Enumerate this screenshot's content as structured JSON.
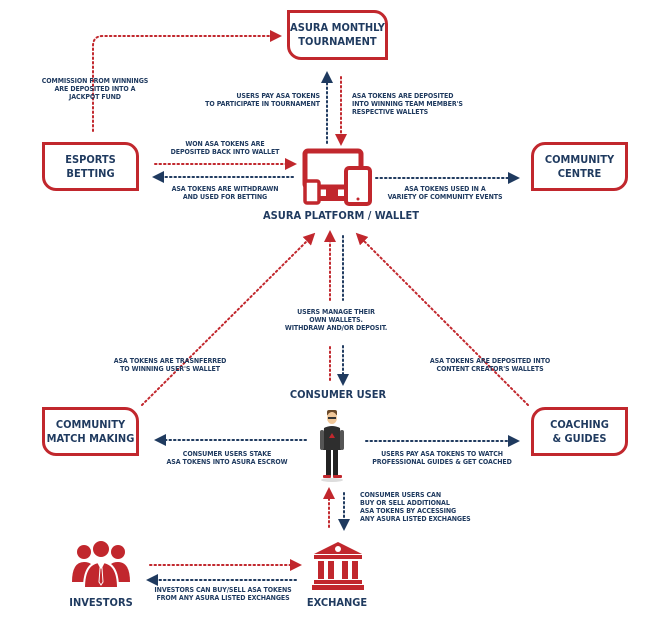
{
  "colors": {
    "red": "#c1272d",
    "navy": "#1f3a5f"
  },
  "nodes": {
    "tournament": {
      "line1": "Asura Monthly",
      "line2": "Tournament"
    },
    "esports": {
      "line1": "eSports",
      "line2": "Betting"
    },
    "community_centre": {
      "line1": "Community",
      "line2": "Centre"
    },
    "match_making": {
      "line1": "Community",
      "line2": "Match Making"
    },
    "coaching": {
      "line1": "Coaching",
      "line2": "& Guides"
    },
    "platform": {
      "title": "Asura Platform / Wallet",
      "icon": "devices-icon"
    },
    "consumer": {
      "title": "Consumer User",
      "icon": "user-figure-icon"
    },
    "investors": {
      "title": "Investors",
      "icon": "investors-group-icon"
    },
    "exchange": {
      "title": "Exchange",
      "icon": "bank-building-icon"
    }
  },
  "labels": {
    "commission": [
      "Commission from winnings",
      "are deposited into a",
      "jackpot fund"
    ],
    "pay_tournament": [
      "Users pay ASA tokens",
      "to participate in tournament"
    ],
    "deposited_winning": [
      "ASA tokens are deposited",
      "into winning team member's",
      "respective wallets"
    ],
    "won_tokens": [
      "Won ASA tokens are",
      "deposited back into wallet"
    ],
    "withdrawn_betting": [
      "ASA tokens are withdrawn",
      "and used for betting"
    ],
    "community_events": [
      "ASA tokens used in a",
      "variety of community events"
    ],
    "manage_wallets": [
      "Users manage their",
      "own wallets.",
      "Withdraw and/or deposit."
    ],
    "transferred": [
      "ASA tokens are trasnferred",
      "to winning user's wallet"
    ],
    "content_creator": [
      "ASA tokens are deposited into",
      "Content Creator's wallets"
    ],
    "stake": [
      "Consumer Users stake",
      "ASA tokens into Asura Escrow"
    ],
    "coached": [
      "Users pay ASA tokens to watch",
      "Professional Guides & get Coached"
    ],
    "buy_sell": [
      "Consumer Users can",
      "buy or sell additional",
      "ASA tokens by accessing",
      "any Asura listed exchanges"
    ],
    "investors_trade": [
      "Investors can buy/sell ASA tokens",
      "from any Asura listed exchanges"
    ]
  }
}
